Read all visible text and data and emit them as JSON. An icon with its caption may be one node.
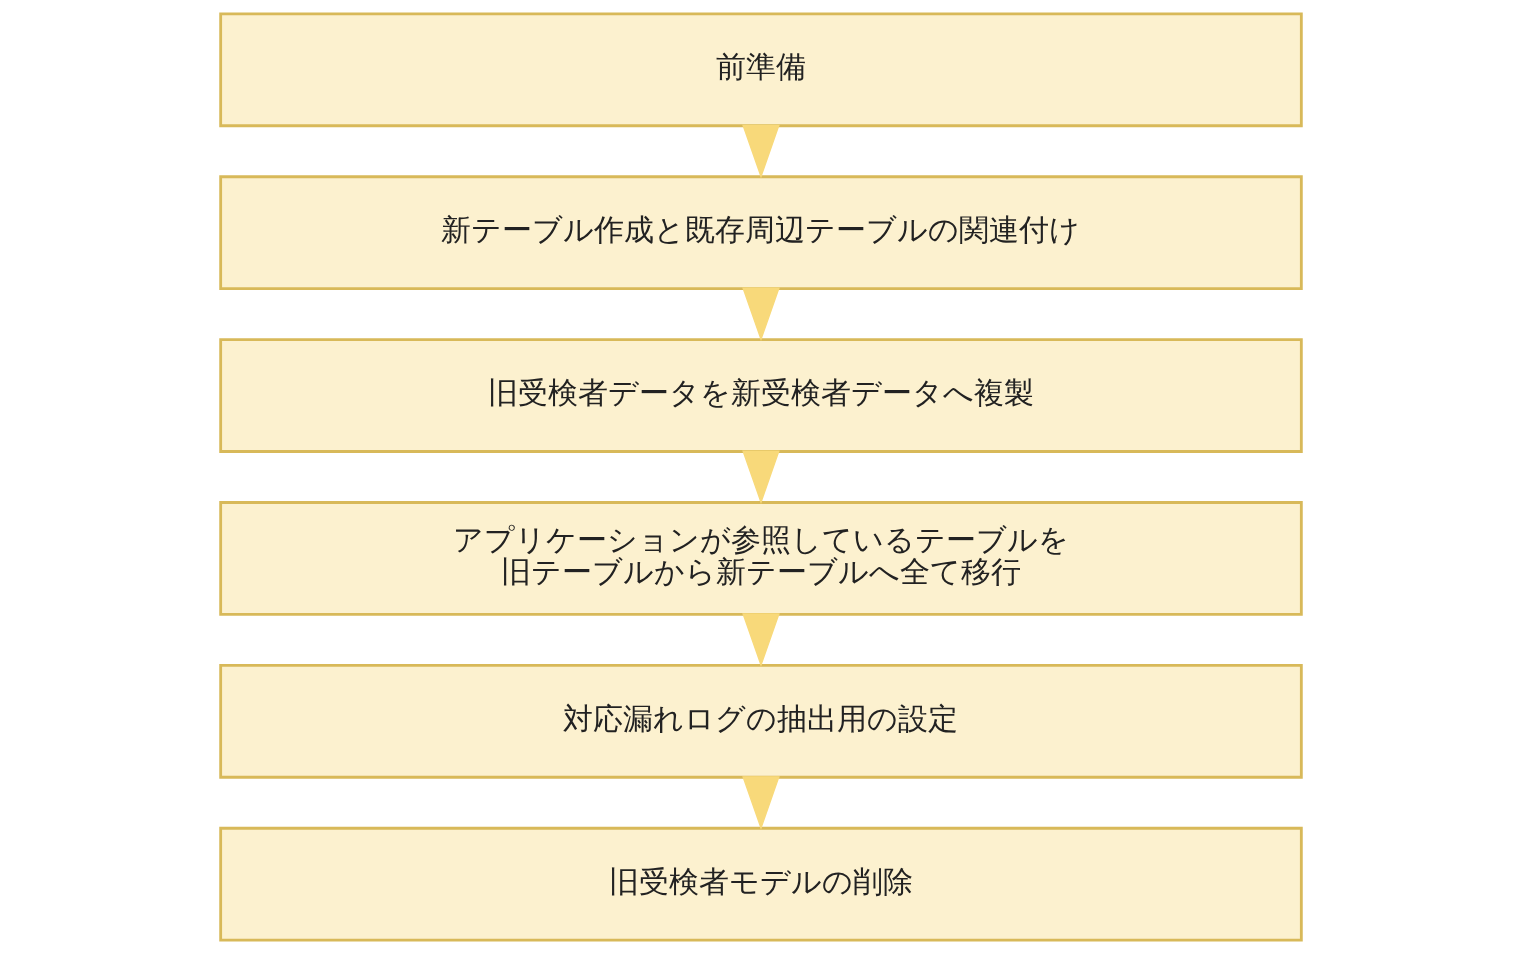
{
  "diagram": {
    "nodes": [
      {
        "text": [
          "前準備"
        ]
      },
      {
        "text": [
          "新テーブル作成と既存周辺テーブルの関連付け"
        ]
      },
      {
        "text": [
          "旧受検者データを新受検者データへ複製"
        ]
      },
      {
        "text": [
          "アプリケーションが参照しているテーブルを旧テーブルから新テーブルへ全て移行"
        ]
      },
      {
        "text": [
          "対応漏れログの抽出用の設定"
        ]
      },
      {
        "text": [
          "旧受検者モデルの削除"
        ]
      }
    ],
    "edges": [
      {
        "from": 0,
        "to": 1,
        "arrow": "to"
      },
      {
        "from": 1,
        "to": 2,
        "arrow": "to"
      },
      {
        "from": 2,
        "to": 3,
        "arrow": "to"
      },
      {
        "from": 3,
        "to": 4,
        "arrow": "to"
      },
      {
        "from": 4,
        "to": 5,
        "arrow": "to"
      }
    ]
  }
}
